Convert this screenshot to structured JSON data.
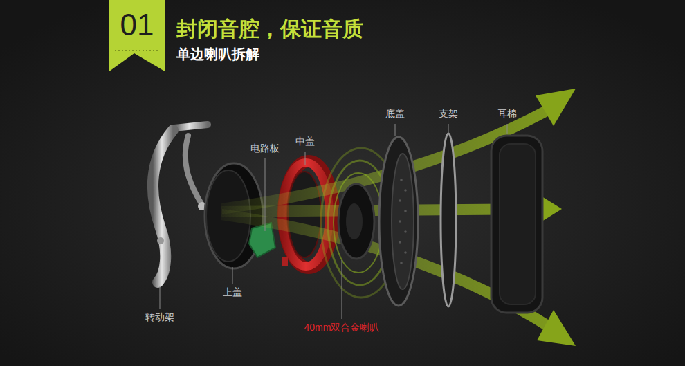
{
  "diagram": {
    "title": "封闭音腔，保证音质",
    "nodes": [
      {
        "text": [
          "01"
        ]
      }
    ],
    "labels": [
      "单边喇叭拆解",
      "电路板",
      "中盖",
      "底盖",
      "支架",
      "耳棉",
      "上盖",
      "转动架",
      "40mm双合金喇叭"
    ]
  }
}
